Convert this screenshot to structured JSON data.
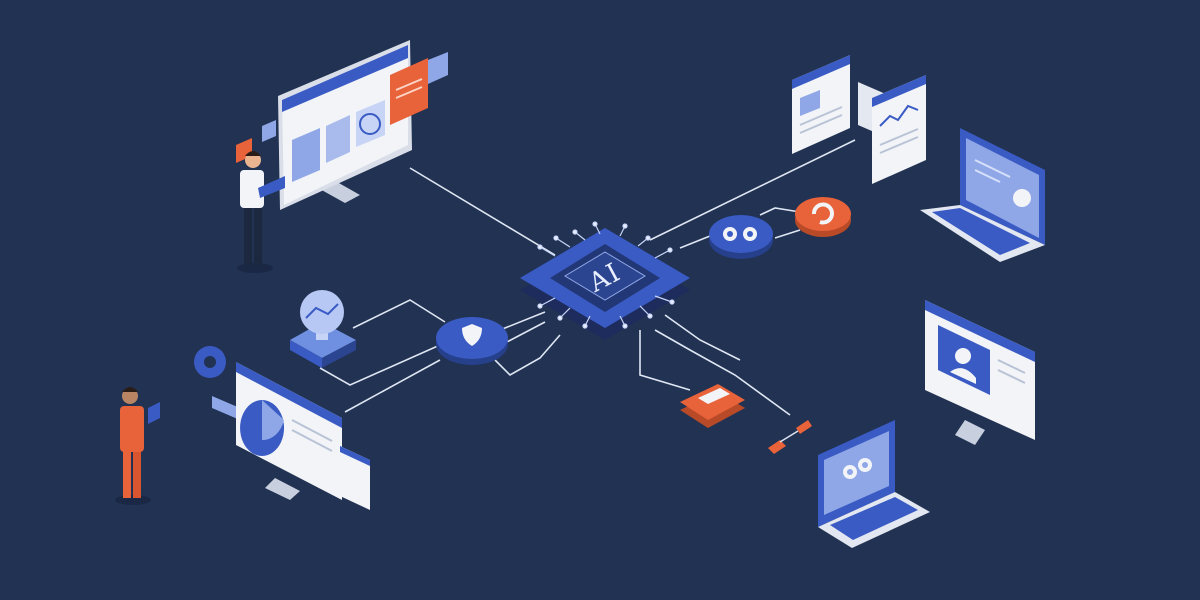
{
  "hub": {
    "label": "AI"
  },
  "palette": {
    "background": "#213252",
    "primary_blue": "#3a5bc4",
    "light_blue": "#8fa7e6",
    "orange": "#e8623a",
    "white": "#f2f4f8",
    "line": "#dfe6f3"
  },
  "nodes": [
    {
      "name": "top-left-monitor-dashboard",
      "icon": "analytics-monitor-icon"
    },
    {
      "name": "top-right-documents",
      "icon": "document-chart-icon"
    },
    {
      "name": "right-laptop-upper",
      "icon": "laptop-certificate-icon"
    },
    {
      "name": "right-monitor-user",
      "icon": "user-profile-monitor-icon"
    },
    {
      "name": "bottom-right-laptop",
      "icon": "laptop-settings-icon"
    },
    {
      "name": "left-monitor-pie",
      "icon": "pie-chart-monitor-icon"
    },
    {
      "name": "globe-node",
      "icon": "globe-network-icon"
    },
    {
      "name": "shield-node",
      "icon": "shield-icon"
    },
    {
      "name": "gears-node",
      "icon": "gears-icon"
    },
    {
      "name": "sync-node",
      "icon": "refresh-icon"
    },
    {
      "name": "orange-document-node",
      "icon": "document-icon"
    },
    {
      "name": "connector-node",
      "icon": "plug-icon"
    }
  ]
}
